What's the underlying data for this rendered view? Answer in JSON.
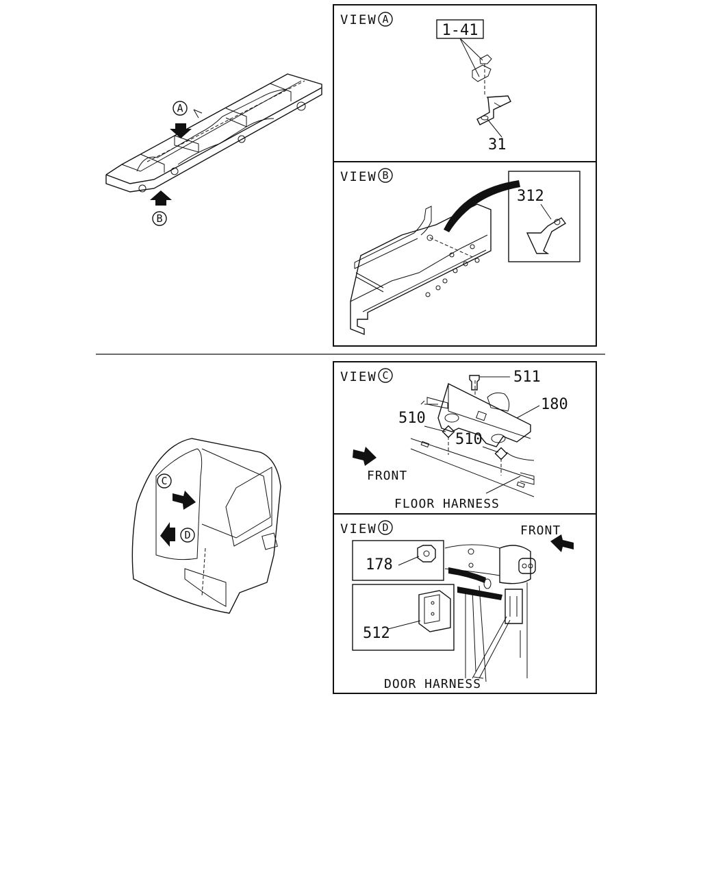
{
  "views": {
    "a": {
      "prefix": "VIEW",
      "letter": "A"
    },
    "b": {
      "prefix": "VIEW",
      "letter": "B"
    },
    "c": {
      "prefix": "VIEW",
      "letter": "C"
    },
    "d": {
      "prefix": "VIEW",
      "letter": "D"
    }
  },
  "markers": {
    "a": "A",
    "b": "B",
    "c": "C",
    "d": "D"
  },
  "parts": {
    "p1_41": "1-41",
    "p31": "31",
    "p312": "312",
    "p511": "511",
    "p180": "180",
    "p510_a": "510",
    "p510_b": "510",
    "p178": "178",
    "p512": "512"
  },
  "notes": {
    "front_c": "FRONT",
    "floor_harness": "FLOOR HARNESS",
    "front_d": "FRONT",
    "door_harness": "DOOR HARNESS"
  }
}
